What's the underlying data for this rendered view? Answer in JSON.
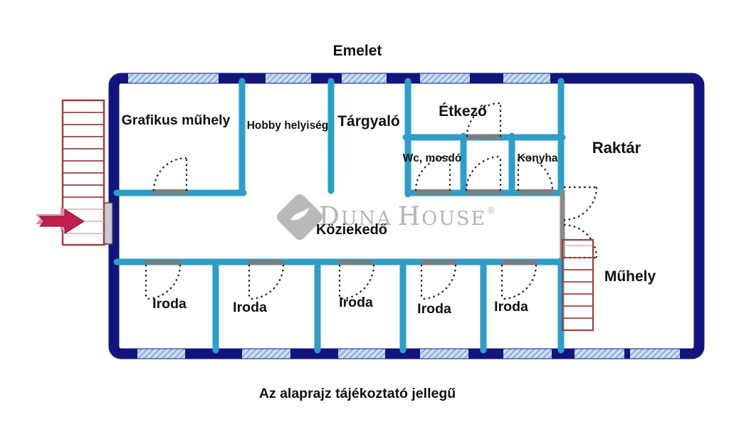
{
  "page": {
    "title": "Emelet",
    "disclaimer": "Az alaprajz tájékoztató jellegű"
  },
  "watermark": {
    "part1": "D",
    "part2": "UNA",
    "part3": "H",
    "part4": "OUSE",
    "registered": "®"
  },
  "rooms": {
    "grafikus_muhely": "Grafikus műhely",
    "hobby_helyiseg": "Hobby helyiség",
    "targyalo": "Tárgyaló",
    "etkezo": "Étkező",
    "wc_mosdo": "Wc, mosdó",
    "konyha": "Konyha",
    "raktar": "Raktár",
    "kozlekedo": "Köziekedő",
    "muhely": "Műhely"
  },
  "offices": [
    "Iroda",
    "Iroda",
    "Iroda",
    "Iroda",
    "Iroda"
  ],
  "colors": {
    "exterior_wall": "#14147d",
    "interior_wall": "#2e9dc8",
    "window_fill": "#cfe0f2",
    "window_stripe": "#8fb6dd",
    "stairs": "#9c4040",
    "entrance_arrow": "#c21f4e",
    "door_opening": "#7d7d7d",
    "watermark_gray": "#b5b5b5",
    "label_text": "#111111"
  }
}
